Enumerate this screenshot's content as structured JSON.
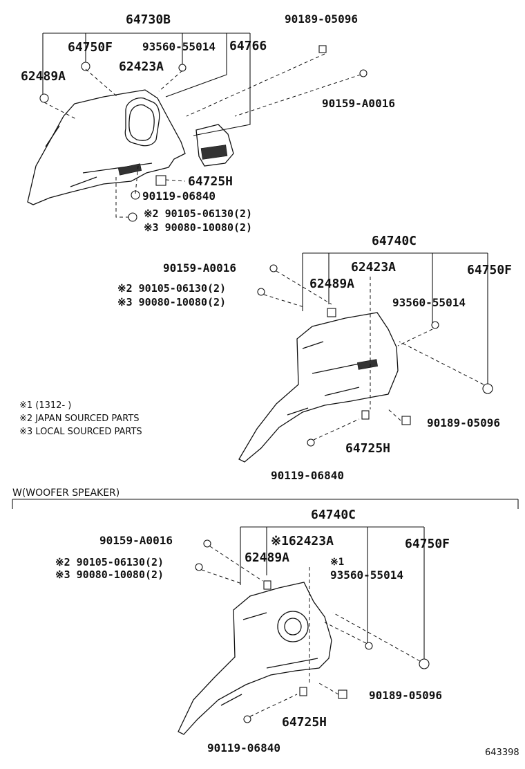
{
  "section1": {
    "parts": [
      {
        "id": "s1-64730B",
        "text": "64730B"
      },
      {
        "id": "s1-90189-05096",
        "text": "90189-05096"
      },
      {
        "id": "s1-64750F",
        "text": "64750F"
      },
      {
        "id": "s1-93560-55014",
        "text": "93560-55014"
      },
      {
        "id": "s1-64766",
        "text": "64766"
      },
      {
        "id": "s1-62423A",
        "text": "62423A"
      },
      {
        "id": "s1-62489A",
        "text": "62489A"
      },
      {
        "id": "s1-90159-A0016",
        "text": "90159-A0016"
      },
      {
        "id": "s1-64725H",
        "text": "64725H"
      },
      {
        "id": "s1-90119-06840",
        "text": "90119-06840"
      },
      {
        "id": "s1-90105-06130",
        "text": "※2 90105-06130(2)"
      },
      {
        "id": "s1-90080-10080",
        "text": "※3 90080-10080(2)"
      }
    ]
  },
  "section2": {
    "parts": [
      {
        "id": "s2-64740C",
        "text": "64740C"
      },
      {
        "id": "s2-90159-A0016",
        "text": "90159-A0016"
      },
      {
        "id": "s2-62423A",
        "text": "62423A"
      },
      {
        "id": "s2-64750F",
        "text": "64750F"
      },
      {
        "id": "s2-90105-06130",
        "text": "※2 90105-06130(2)"
      },
      {
        "id": "s2-62489A",
        "text": "62489A"
      },
      {
        "id": "s2-90080-10080",
        "text": "※3 90080-10080(2)"
      },
      {
        "id": "s2-93560-55014",
        "text": "93560-55014"
      },
      {
        "id": "s2-90189-05096",
        "text": "90189-05096"
      },
      {
        "id": "s2-64725H",
        "text": "64725H"
      },
      {
        "id": "s2-90119-06840",
        "text": "90119-06840"
      }
    ]
  },
  "notes": [
    {
      "id": "note-1",
      "text": "※1 (1312-      )"
    },
    {
      "id": "note-2",
      "text": "※2 JAPAN SOURCED PARTS"
    },
    {
      "id": "note-3",
      "text": "※3 LOCAL SOURCED PARTS"
    }
  ],
  "section3": {
    "title": "W(WOOFER SPEAKER)",
    "parts": [
      {
        "id": "s3-64740C",
        "text": "64740C"
      },
      {
        "id": "s3-90159-A0016",
        "text": "90159-A0016"
      },
      {
        "id": "s3-62423A",
        "text": "※162423A"
      },
      {
        "id": "s3-64750F",
        "text": "64750F"
      },
      {
        "id": "s3-90105-06130",
        "text": "※2 90105-06130(2)"
      },
      {
        "id": "s3-62489A",
        "text": "62489A"
      },
      {
        "id": "s3-note1",
        "text": "※1"
      },
      {
        "id": "s3-90080-10080",
        "text": "※3 90080-10080(2)"
      },
      {
        "id": "s3-93560-55014",
        "text": "93560-55014"
      },
      {
        "id": "s3-90189-05096",
        "text": "90189-05096"
      },
      {
        "id": "s3-64725H",
        "text": "64725H"
      },
      {
        "id": "s3-90119-06840",
        "text": "90119-06840"
      }
    ]
  },
  "figure_number": "643398"
}
